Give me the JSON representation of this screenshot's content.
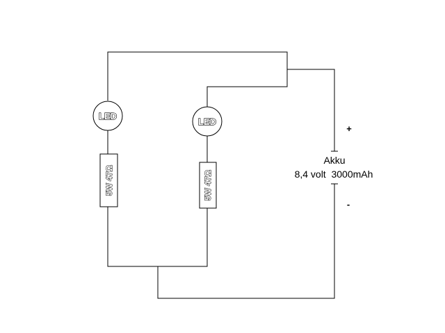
{
  "components": {
    "led_1": {
      "label": "LED"
    },
    "led_2": {
      "label": "LED"
    },
    "resistor_1": {
      "label": "5W 47Ω"
    },
    "resistor_2": {
      "label": "5W 47Ω"
    },
    "battery": {
      "name": "Akku",
      "spec": "8,4 volt  3000mAh",
      "positive_label": "+",
      "negative_label": "-"
    }
  },
  "colors": {
    "line": "#000000",
    "background": "#ffffff"
  }
}
